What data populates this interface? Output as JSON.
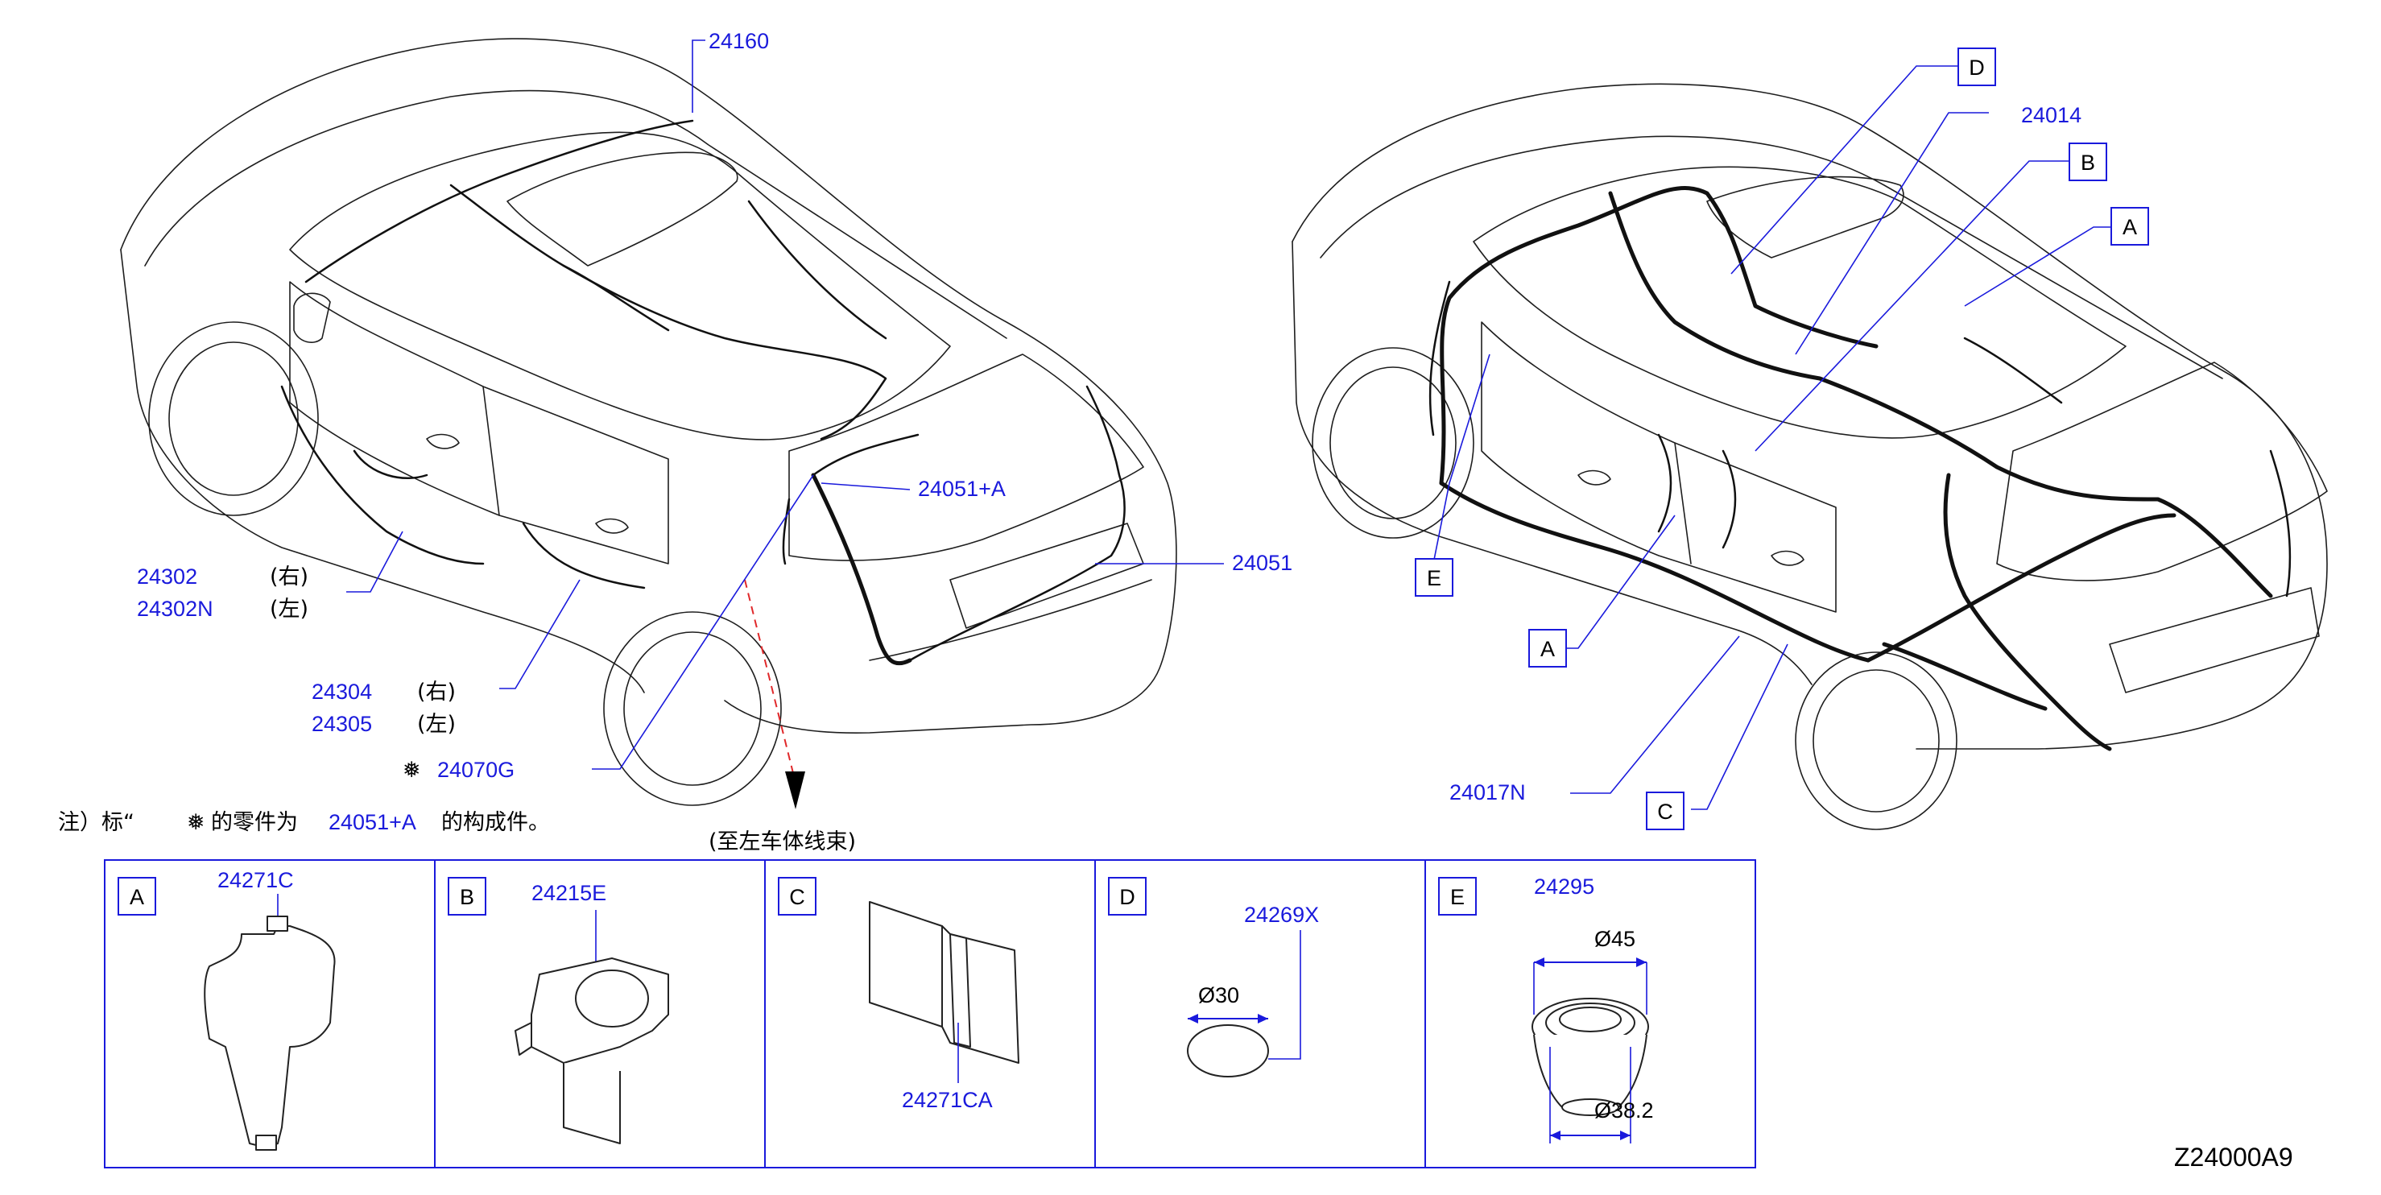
{
  "callouts": {
    "p24160": "24160",
    "p24051a": "24051+A",
    "p24051": "24051",
    "p24302": "24302",
    "p24302n": "24302N",
    "right1": "(右)",
    "left1": "(左)",
    "p24304": "24304",
    "p24305": "24305",
    "right2": "(右)",
    "left2": "(左)",
    "p24070g": "24070G",
    "star_mark": "❅",
    "p24014": "24014",
    "p24017n": "24017N",
    "toLeftBody": "(至左车体线束)"
  },
  "note": {
    "prefix": "注）标“",
    "star": "❅",
    "middle": "的零件为",
    "part": "24051+A",
    "suffix": "的构成件。"
  },
  "letters": {
    "D": "D",
    "B": "B",
    "A": "A",
    "E": "E",
    "A2": "A",
    "C": "C"
  },
  "details": [
    {
      "letter": "A",
      "part": "24271C"
    },
    {
      "letter": "B",
      "part": "24215E"
    },
    {
      "letter": "C",
      "part": "24271CA"
    },
    {
      "letter": "D",
      "part": "24269X",
      "dim": "Ø30"
    },
    {
      "letter": "E",
      "part": "24295",
      "dim_outer": "Ø45",
      "dim_inner": "Ø38.2"
    }
  ],
  "figure_code": "Z24000A9",
  "colors": {
    "callout": "#1a1adc",
    "ink": "#111111",
    "arrow_dashed": "#e0282a"
  }
}
